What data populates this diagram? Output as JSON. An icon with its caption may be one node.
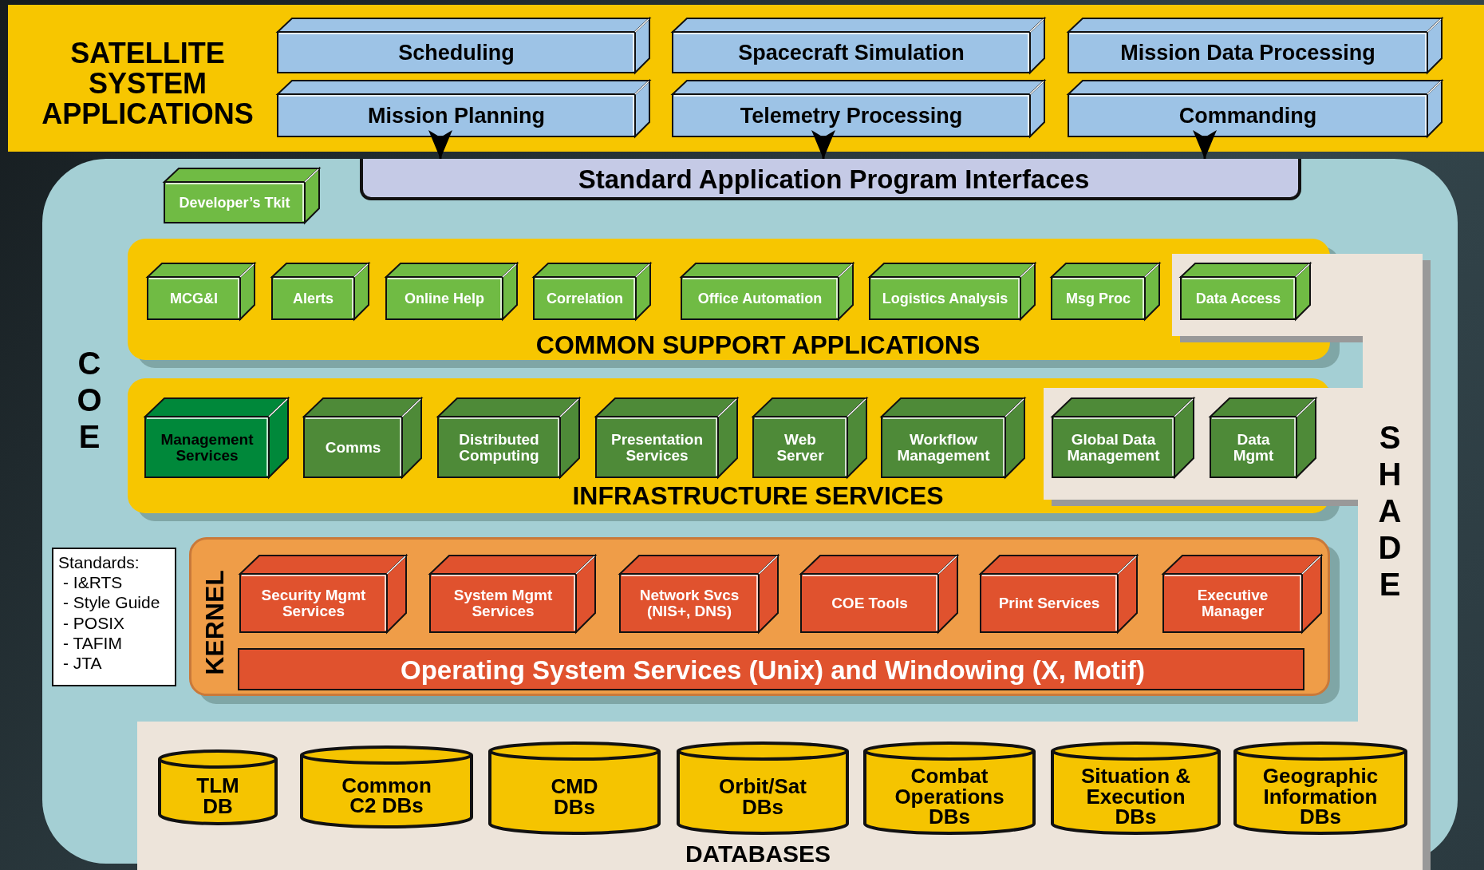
{
  "diagram": {
    "nodes": [
      {
        "text": [
          "SATELLITE SYSTEM APPLICATIONS"
        ]
      },
      {
        "text": [
          "Scheduling"
        ],
        "in": 0
      },
      {
        "text": [
          "Spacecraft Simulation"
        ],
        "in": 0
      },
      {
        "text": [
          "Mission Data Processing"
        ],
        "in": 0
      },
      {
        "text": [
          "Mission Planning"
        ],
        "in": 0
      },
      {
        "text": [
          "Telemetry Processing"
        ],
        "in": 0
      },
      {
        "text": [
          "Commanding"
        ],
        "in": 0
      },
      {
        "text": [
          "COE"
        ]
      },
      {
        "text": [
          "Standard Application Program Interfaces"
        ],
        "in": 7
      },
      {
        "text": [
          "Developer’s Tkit"
        ],
        "in": 7
      },
      {
        "text": [
          "COMMON SUPPORT APPLICATIONS"
        ],
        "in": 7
      },
      {
        "text": [
          "MCG&I"
        ],
        "in": 10
      },
      {
        "text": [
          "Alerts"
        ],
        "in": 10
      },
      {
        "text": [
          "Online Help"
        ],
        "in": 10
      },
      {
        "text": [
          "Correlation"
        ],
        "in": 10
      },
      {
        "text": [
          "Office Automation"
        ],
        "in": 10
      },
      {
        "text": [
          "Logistics Analysis"
        ],
        "in": 10
      },
      {
        "text": [
          "Msg Proc"
        ],
        "in": 10
      },
      {
        "text": [
          "INFRASTRUCTURE SERVICES"
        ],
        "in": 7
      },
      {
        "text": [
          "Management Services"
        ],
        "in": 18
      },
      {
        "text": [
          "Comms"
        ],
        "in": 18
      },
      {
        "text": [
          "Distributed Computing"
        ],
        "in": 18
      },
      {
        "text": [
          "Presentation Services"
        ],
        "in": 18
      },
      {
        "text": [
          "Web Server"
        ],
        "in": 18
      },
      {
        "text": [
          "Workflow Management"
        ],
        "in": 18
      },
      {
        "text": [
          "KERNEL"
        ],
        "in": 7
      },
      {
        "text": [
          "Security Mgmt Services"
        ],
        "in": 25
      },
      {
        "text": [
          "System Mgmt Services"
        ],
        "in": 25
      },
      {
        "text": [
          "Network Svcs (NIS+, DNS)"
        ],
        "in": 25
      },
      {
        "text": [
          "COE Tools"
        ],
        "in": 25
      },
      {
        "text": [
          "Print Services"
        ],
        "in": 25
      },
      {
        "text": [
          "Executive Manager"
        ],
        "in": 25
      },
      {
        "text": [
          "Operating System Services (Unix) and Windowing (X, Motif)"
        ],
        "in": 25
      },
      {
        "text": [
          "Standards:",
          "- I&RTS",
          "- Style Guide",
          "- POSIX",
          "- TAFIM",
          "- JTA"
        ],
        "in": 7
      },
      {
        "text": [
          "SHADE",
          "DATABASES"
        ],
        "in": 7
      },
      {
        "text": [
          "Data Access"
        ],
        "in": 10
      },
      {
        "text": [
          "Global Data Management"
        ],
        "in": 18
      },
      {
        "text": [
          "Data Mgmt"
        ],
        "in": 18
      },
      {
        "text": [
          "TLM DB"
        ],
        "in": 34
      },
      {
        "text": [
          "Common C2 DBs"
        ],
        "in": 34
      },
      {
        "text": [
          "CMD DBs"
        ],
        "in": 34
      },
      {
        "text": [
          "Orbit/Sat DBs"
        ],
        "in": 34
      },
      {
        "text": [
          "Combat Operations DBs"
        ],
        "in": 34
      },
      {
        "text": [
          "Situation & Execution DBs"
        ],
        "in": 34
      },
      {
        "text": [
          "Geographic Information DBs"
        ],
        "in": 34
      }
    ],
    "edges": [
      {
        "from": 4,
        "to": 8,
        "arrow": "to"
      },
      {
        "from": 5,
        "to": 8,
        "arrow": "to"
      },
      {
        "from": 6,
        "to": 8,
        "arrow": "to"
      }
    ]
  }
}
